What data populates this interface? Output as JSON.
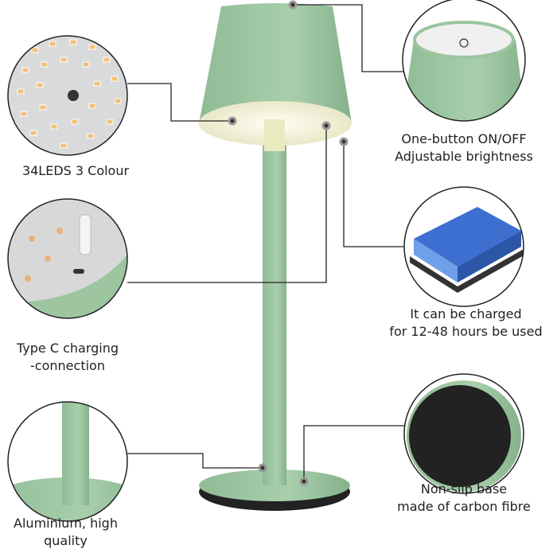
{
  "callouts": {
    "leds": {
      "label": "34LEDS 3 Colour"
    },
    "button": {
      "line1": "One-button ON/OFF",
      "line2": "Adjustable brightness"
    },
    "typec": {
      "line1": "Type C charging",
      "line2": "-connection"
    },
    "battery": {
      "line1": "It can be charged",
      "line2": "for 12-48 hours be used"
    },
    "aluminium": {
      "line1": "Aluminium, high",
      "line2": "quality"
    },
    "base": {
      "line1": "Non-slip base",
      "line2": "made of carbon fibre"
    }
  },
  "colors": {
    "lamp_green": "#9cc5a0",
    "lamp_dark": "#7fae86",
    "inner": "#f3f1d8",
    "base_dark": "#2a2a2a"
  }
}
